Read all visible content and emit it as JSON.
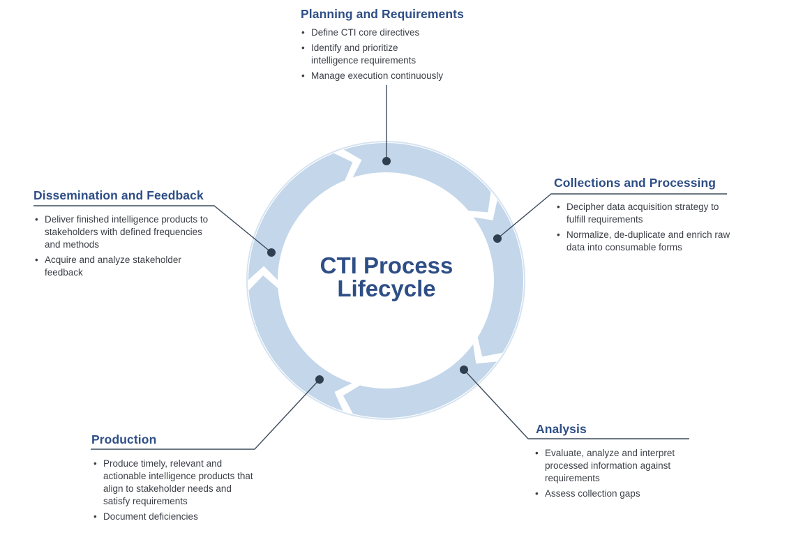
{
  "diagram": {
    "center_title_line1": "CTI Process",
    "center_title_line2": "Lifecycle",
    "stages": [
      {
        "id": "planning",
        "title": "Planning and Requirements",
        "bullets": [
          "Define CTI core directives",
          "Identify and prioritize intelligence requirements",
          "Manage execution continuously"
        ]
      },
      {
        "id": "collections",
        "title": "Collections and Processing",
        "bullets": [
          "Decipher data acquisition strategy to fulfill requirements",
          "Normalize, de-duplicate and enrich raw data into consumable forms"
        ]
      },
      {
        "id": "analysis",
        "title": "Analysis",
        "bullets": [
          "Evaluate, analyze and interpret processed information against requirements",
          "Assess collection gaps"
        ]
      },
      {
        "id": "production",
        "title": "Production",
        "bullets": [
          "Produce timely, relevant and actionable intelligence products that align to stakeholder needs and satisfy requirements",
          "Document deficiencies"
        ]
      },
      {
        "id": "dissemination",
        "title": "Dissemination and Feedback",
        "bullets": [
          "Deliver finished intelligence products to stakeholders with defined frequencies and methods",
          "Acquire and analyze stakeholder feedback"
        ]
      }
    ],
    "colors": {
      "ring": "#c3d6ea",
      "ring_edge": "#d6e3f1",
      "title": "#2e4e86",
      "connector": "#3d4c5c",
      "dot": "#2f3f50",
      "text": "#3b3f46"
    }
  }
}
